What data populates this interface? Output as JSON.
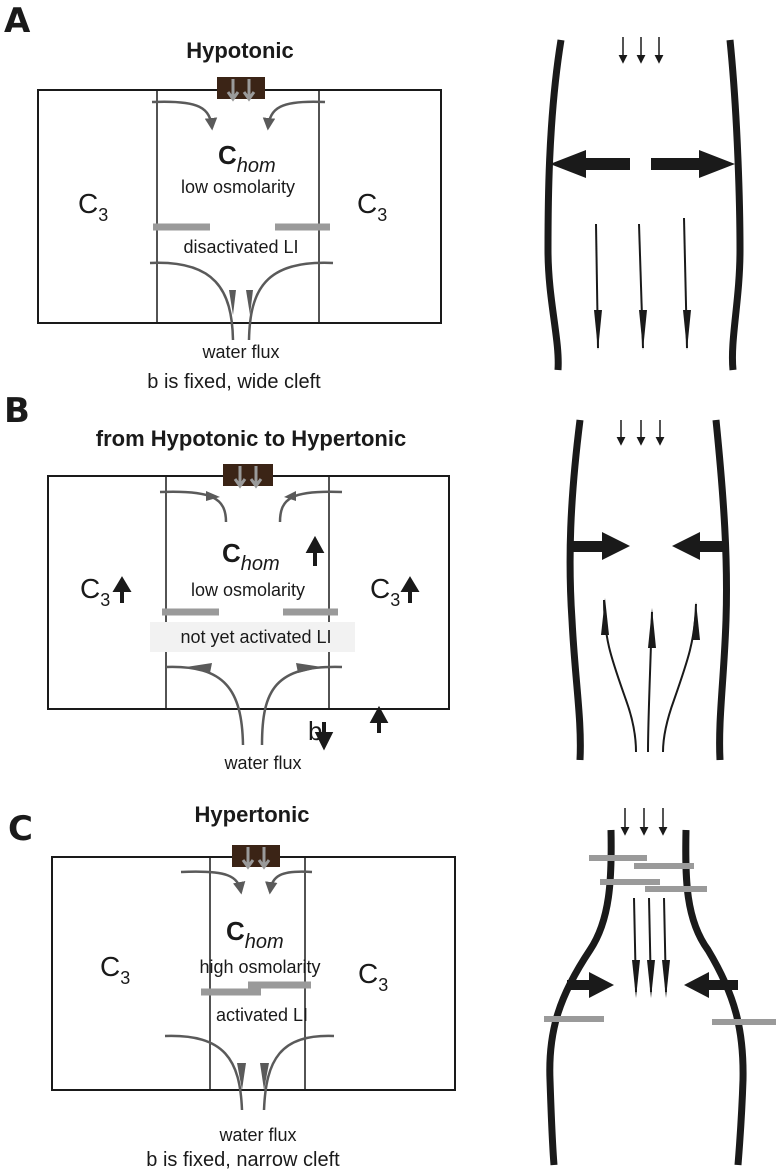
{
  "colors": {
    "line": "#1a1a1a",
    "gray_bar": "#9a9a9a",
    "curve_gray": "#5a5a5a",
    "channel_brown": "#3b2416",
    "highlight": "#f2f2f2"
  },
  "panels": {
    "A": {
      "letter": "A",
      "title": "Hypotonic",
      "left_label": "C",
      "left_sub": "3",
      "right_label": "C",
      "right_sub": "3",
      "center_main": "C",
      "center_sub": "hom",
      "osmolarity": "low osmolarity",
      "li_label": "disactivated LI",
      "flux_label": "water flux",
      "bottom_label": "b is fixed, wide cleft"
    },
    "B": {
      "letter": "B",
      "title": "from Hypotonic to Hypertonic",
      "left_label": "C",
      "left_sub": "3",
      "right_label": "C",
      "right_sub": "3",
      "center_main": "C",
      "center_sub": "hom",
      "osmolarity": "low osmolarity",
      "li_label": "not yet activated LI",
      "b_label": "b",
      "flux_label": "water flux"
    },
    "C": {
      "letter": "C",
      "title": "Hypertonic",
      "left_label": "C",
      "left_sub": "3",
      "right_label": "C",
      "right_sub": "3",
      "center_main": "C",
      "center_sub": "hom",
      "osmolarity": "high osmolarity",
      "li_label": "activated LI",
      "flux_label": "water flux",
      "bottom_label": "b is fixed, narrow cleft"
    }
  }
}
